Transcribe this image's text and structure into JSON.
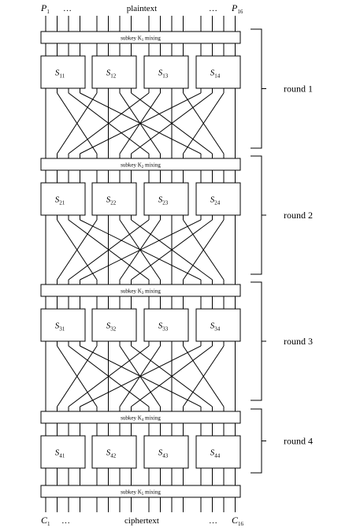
{
  "top": {
    "p": "P",
    "p_first_sub": "1",
    "dots": "…",
    "label": "plaintext",
    "p_last_sub": "16"
  },
  "bottom": {
    "c": "C",
    "c_first_sub": "1",
    "dots": "…",
    "label": "ciphertext",
    "c_last_sub": "16"
  },
  "mixing": [
    {
      "text": "subkey K",
      "sub": "1",
      "suffix": " mixing"
    },
    {
      "text": "subkey K",
      "sub": "2",
      "suffix": " mixing"
    },
    {
      "text": "subkey K",
      "sub": "3",
      "suffix": " mixing"
    },
    {
      "text": "subkey K",
      "sub": "4",
      "suffix": " mixing"
    },
    {
      "text": "subkey K",
      "sub": "5",
      "suffix": " mixing"
    }
  ],
  "sboxes": [
    [
      "11",
      "12",
      "13",
      "14"
    ],
    [
      "21",
      "22",
      "23",
      "24"
    ],
    [
      "31",
      "32",
      "33",
      "34"
    ],
    [
      "41",
      "42",
      "43",
      "44"
    ]
  ],
  "sbox_letter": "S",
  "rounds": [
    "round 1",
    "round 2",
    "round 3",
    "round 4"
  ]
}
